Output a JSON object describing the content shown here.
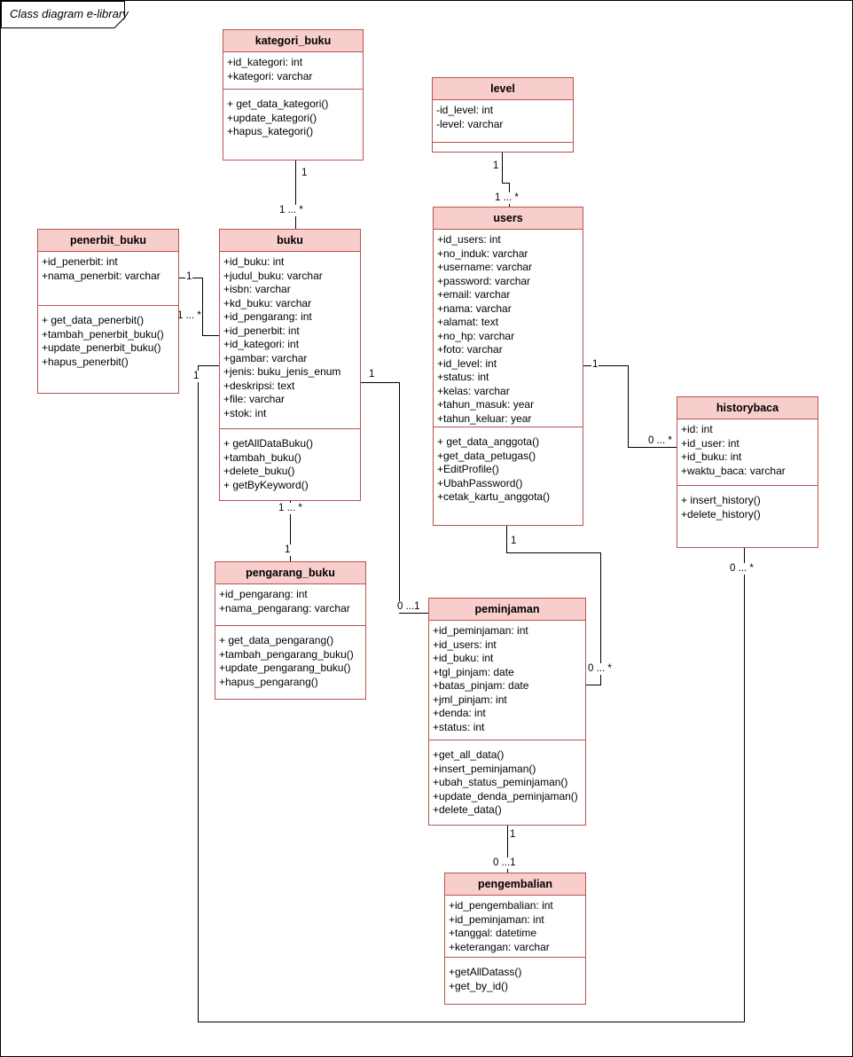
{
  "diagram_title": "Class diagram e-library",
  "colors": {
    "class_header_fill": "#f8cecc",
    "class_border": "#b85450",
    "connector": "#000000"
  },
  "classes": [
    {
      "name": "kategori_buku",
      "attributes": [
        "+id_kategori: int",
        "+kategori: varchar"
      ],
      "methods": [
        "+ get_data_kategori()",
        "+update_kategori()",
        "+hapus_kategori()"
      ]
    },
    {
      "name": "level",
      "attributes": [
        "-id_level: int",
        "-level: varchar"
      ],
      "methods": []
    },
    {
      "name": "penerbit_buku",
      "attributes": [
        "+id_penerbit: int",
        "+nama_penerbit: varchar"
      ],
      "methods": [
        "+ get_data_penerbit()",
        "+tambah_penerbit_buku()",
        "+update_penerbit_buku()",
        "+hapus_penerbit()"
      ]
    },
    {
      "name": "buku",
      "attributes": [
        "+id_buku: int",
        "+judul_buku: varchar",
        "+isbn: varchar",
        "+kd_buku: varchar",
        "+id_pengarang: int",
        "+id_penerbit: int",
        "+id_kategori: int",
        "+gambar: varchar",
        "+jenis: buku_jenis_enum",
        "+deskripsi: text",
        "+file: varchar",
        "+stok: int"
      ],
      "methods": [
        "+ getAllDataBuku()",
        "+tambah_buku()",
        "+delete_buku()",
        "+ getByKeyword()"
      ]
    },
    {
      "name": "users",
      "attributes": [
        "+id_users: int",
        "+no_induk: varchar",
        "+username: varchar",
        "+password: varchar",
        "+email: varchar",
        "+nama: varchar",
        "+alamat: text",
        "+no_hp: varchar",
        "+foto: varchar",
        "+id_level: int",
        "+status: int",
        "+kelas: varchar",
        "+tahun_masuk: year",
        "+tahun_keluar: year"
      ],
      "methods": [
        "+ get_data_anggota()",
        "+get_data_petugas()",
        "+EditProfile()",
        "+UbahPassword()",
        "+cetak_kartu_anggota()"
      ]
    },
    {
      "name": "historybaca",
      "attributes": [
        "+id: int",
        "+id_user: int",
        "+id_buku: int",
        "+waktu_baca: varchar"
      ],
      "methods": [
        "+ insert_history()",
        "+delete_history()"
      ]
    },
    {
      "name": "pengarang_buku",
      "attributes": [
        "+id_pengarang: int",
        "+nama_pengarang: varchar"
      ],
      "methods": [
        "+ get_data_pengarang()",
        "+tambah_pengarang_buku()",
        "+update_pengarang_buku()",
        "+hapus_pengarang()"
      ]
    },
    {
      "name": "peminjaman",
      "attributes": [
        "+id_peminjaman: int",
        "+id_users: int",
        "+id_buku: int",
        "+tgl_pinjam: date",
        "+batas_pinjam: date",
        "+jml_pinjam: int",
        "+denda: int",
        "+status: int"
      ],
      "methods": [
        "+get_all_data()",
        "+insert_peminjaman()",
        "+ubah_status_peminjaman()",
        "+update_denda_peminjaman()",
        "+delete_data()"
      ]
    },
    {
      "name": "pengembalian",
      "attributes": [
        "+id_pengembalian: int",
        "+id_peminjaman: int",
        "+tanggal: datetime",
        "+keterangan: varchar"
      ],
      "methods": [
        "+getAllDatass()",
        "+get_by_id()"
      ]
    }
  ],
  "connectors": [
    {
      "from": "kategori_buku",
      "to": "buku",
      "from_label": "1",
      "to_label": "1 ... *"
    },
    {
      "from": "level",
      "to": "users",
      "from_label": "1",
      "to_label": "1 ... *"
    },
    {
      "from": "penerbit_buku",
      "to": "buku",
      "from_label": "1",
      "to_label": "1 ... *"
    },
    {
      "from": "buku",
      "to": "historybaca",
      "from_label": "1",
      "to_label": "0 ... *"
    },
    {
      "from": "buku",
      "to": "peminjaman",
      "from_label": "1",
      "to_label": "0 ...1"
    },
    {
      "from": "users",
      "to": "historybaca",
      "from_label": "1",
      "to_label": "0 ... *"
    },
    {
      "from": "users",
      "to": "peminjaman",
      "from_label": "1",
      "to_label": "0 ... *"
    },
    {
      "from": "buku",
      "to": "pengarang_buku",
      "from_label": "1 ... *",
      "to_label": "1"
    },
    {
      "from": "peminjaman",
      "to": "pengembalian",
      "from_label": "1",
      "to_label": "0 ...1"
    }
  ]
}
